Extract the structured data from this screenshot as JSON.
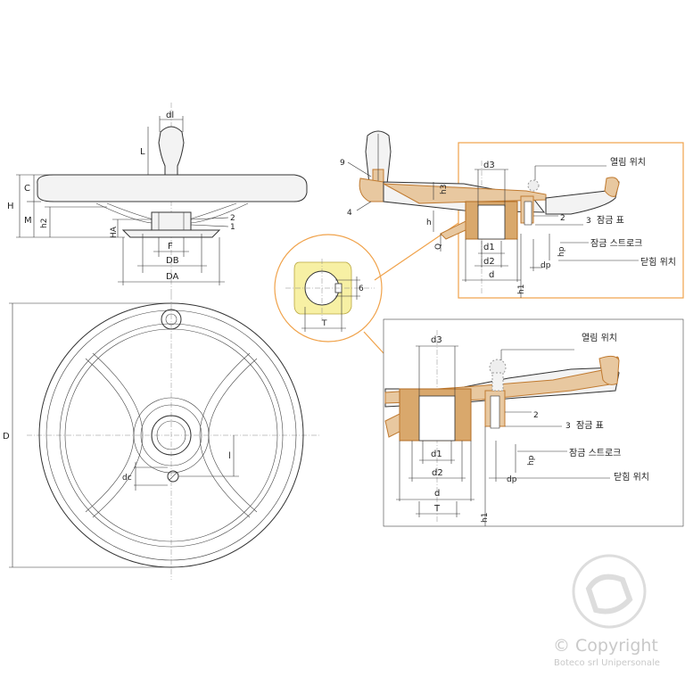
{
  "top_view": {
    "labels": {
      "dl": "dl",
      "L": "L",
      "H": "H",
      "C": "C",
      "M": "M",
      "h2": "h2",
      "HA": "HA",
      "F": "F",
      "DB": "DB",
      "DA": "DA",
      "p1": "1",
      "p2": "2"
    }
  },
  "front_view": {
    "labels": {
      "D": "D",
      "dc": "dc",
      "l": "l"
    }
  },
  "section_view": {
    "labels": {
      "p9": "9",
      "p4": "4",
      "d3": "d3",
      "h3": "h3",
      "h": "h",
      "Q": "Q",
      "d1": "d1",
      "d2": "d2",
      "d": "d",
      "h1": "h1",
      "p2": "2",
      "p3": "3",
      "hp": "hp",
      "dp": "dp",
      "open": "열림 위치",
      "indicator": "잠금 표",
      "stroke": "잠금 스트로크",
      "closed": "닫힘 위치"
    }
  },
  "detail_circle": {
    "labels": {
      "six": "6",
      "T": "T"
    }
  },
  "detail_view": {
    "labels": {
      "d3": "d3",
      "open": "열림 위치",
      "p2": "2",
      "p3": "3",
      "indicator": "잠금 표",
      "stroke": "잠금 스트로크",
      "d1": "d1",
      "d2": "d2",
      "hp": "hp",
      "dp": "dp",
      "d": "d",
      "T": "T",
      "closed": "닫힘 위치",
      "h1": "h1"
    }
  },
  "watermark": {
    "copyright": "© Copyright",
    "company": "Boteco srl Unipersonale"
  },
  "colors": {
    "bronze": "#e8c8a0",
    "frame": "#f0a24a",
    "line": "#333333"
  }
}
